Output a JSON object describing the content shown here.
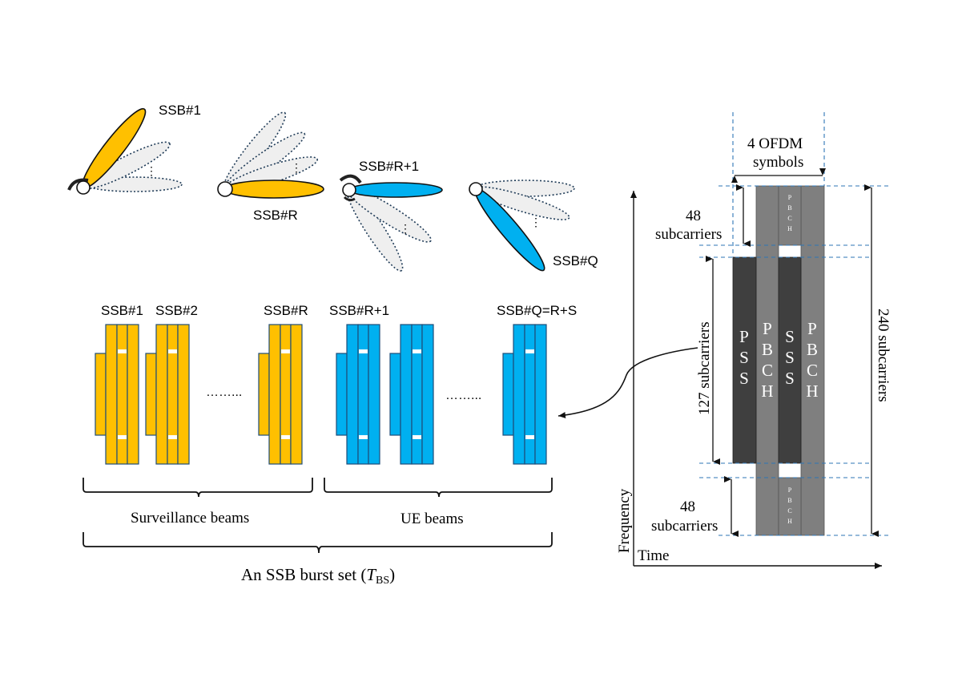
{
  "beams_top": {
    "ssb1": "SSB#1",
    "ssbR": "SSB#R",
    "ssbR1": "SSB#R+1",
    "ssbQ": "SSB#Q",
    "ellipsis": "⋮"
  },
  "burst": {
    "labels": {
      "ssb1": "SSB#1",
      "ssb2": "SSB#2",
      "ssbR": "SSB#R",
      "ssbR1": "SSB#R+1",
      "ssbQ": "SSB#Q=R+S"
    },
    "dots_left": "……...",
    "dots_right": "……...",
    "surveillance": "Surveillance beams",
    "ue": "UE beams",
    "burst_set_prefix": "An SSB burst set (",
    "burst_set_T": "T",
    "burst_set_sub": "BS",
    "burst_set_suffix": ")"
  },
  "grid": {
    "ofdm_line1": "4 OFDM",
    "ofdm_line2": "symbols",
    "top48": "48",
    "top48_sub": "subcarriers",
    "bot48": "48",
    "bot48_sub": "subcarriers",
    "c127": "127 subcarriers",
    "c240": "240 subcarriers",
    "freq": "Frequency",
    "time": "Time",
    "pss": [
      "P",
      "S",
      "S"
    ],
    "pbch": [
      "P",
      "B",
      "C",
      "H"
    ],
    "sss": [
      "S",
      "S",
      "S"
    ],
    "pbch_small": [
      "P",
      "B",
      "C",
      "H"
    ]
  },
  "colors": {
    "yellow": "#ffc000",
    "blue": "#00b0f0",
    "pbch_gray": "#7f7f7f",
    "dark_gray": "#3f3f3f",
    "dash_blue": "#2e75b6"
  }
}
